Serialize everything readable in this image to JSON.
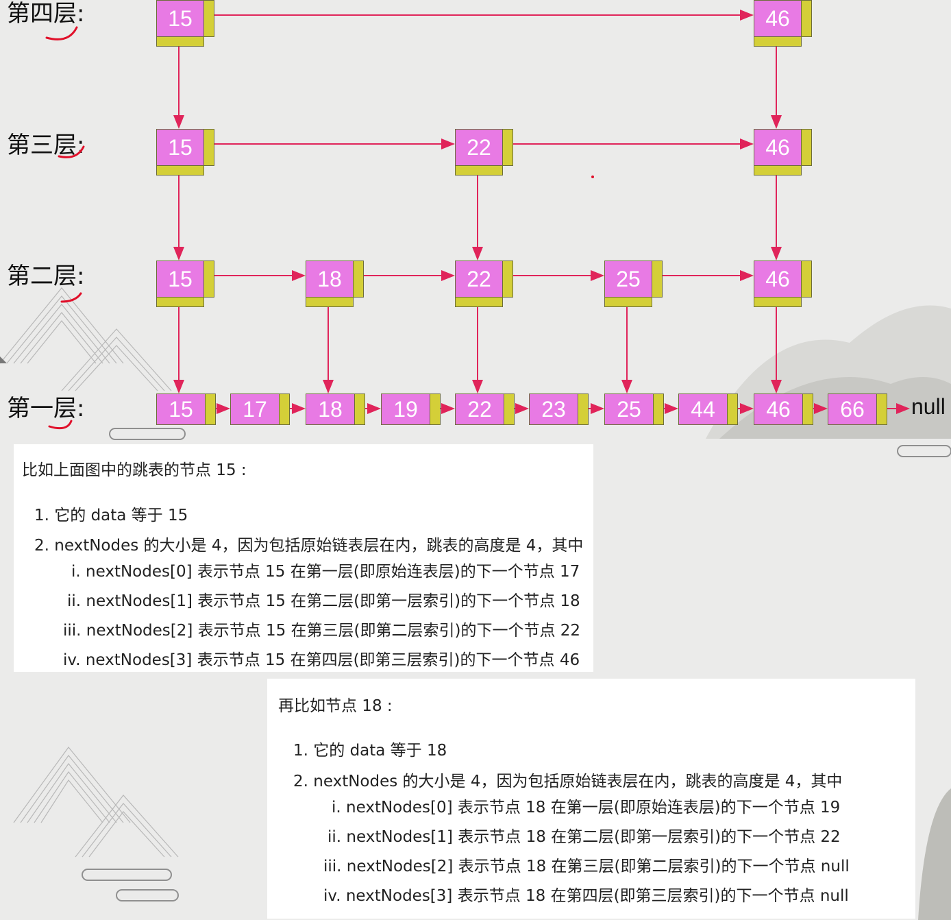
{
  "diagram": {
    "levels": [
      {
        "label": "第四层:",
        "nodes": [
          {
            "value": "15",
            "col": 0
          },
          {
            "value": "46",
            "col": 8
          }
        ]
      },
      {
        "label": "第三层:",
        "nodes": [
          {
            "value": "15",
            "col": 0
          },
          {
            "value": "22",
            "col": 4
          },
          {
            "value": "46",
            "col": 8
          }
        ]
      },
      {
        "label": "第二层:",
        "nodes": [
          {
            "value": "15",
            "col": 0
          },
          {
            "value": "18",
            "col": 2
          },
          {
            "value": "22",
            "col": 4
          },
          {
            "value": "25",
            "col": 6
          },
          {
            "value": "46",
            "col": 8
          }
        ]
      },
      {
        "label": "第一层:",
        "nodes": [
          {
            "value": "15",
            "col": 0
          },
          {
            "value": "17",
            "col": 1
          },
          {
            "value": "18",
            "col": 2
          },
          {
            "value": "19",
            "col": 3
          },
          {
            "value": "22",
            "col": 4
          },
          {
            "value": "23",
            "col": 5
          },
          {
            "value": "25",
            "col": 6
          },
          {
            "value": "44",
            "col": 7
          },
          {
            "value": "46",
            "col": 8
          },
          {
            "value": "66",
            "col": 9
          }
        ]
      }
    ],
    "terminal": "null"
  },
  "panel1": {
    "intro": "比如上面图中的跳表的节点 15 :",
    "items": [
      "1. 它的 data 等于 15",
      "2. nextNodes 的大小是 4，因为包括原始链表层在内，跳表的高度是 4，其中",
      "i. nextNodes[0] 表示节点 15 在第一层(即原始连表层)的下一个节点 17",
      "ii. nextNodes[1] 表示节点 15 在第二层(即第一层索引)的下一个节点 18",
      "iii. nextNodes[2] 表示节点 15 在第三层(即第二层索引)的下一个节点 22",
      "iv. nextNodes[3] 表示节点 15 在第四层(即第三层索引)的下一个节点 46"
    ]
  },
  "panel2": {
    "intro": "再比如节点 18 :",
    "items": [
      "1. 它的 data 等于 18",
      "2. nextNodes 的大小是 4，因为包括原始链表层在内，跳表的高度是 4，其中",
      "i. nextNodes[0] 表示节点 18 在第一层(即原始连表层)的下一个节点 19",
      "ii. nextNodes[1] 表示节点 18 在第二层(即第一层索引)的下一个节点 22",
      "iii. nextNodes[2] 表示节点 18 在第三层(即第二层索引)的下一个节点 null",
      "iv. nextNodes[3] 表示节点 18 在第四层(即第三层索引)的下一个节点 null"
    ]
  },
  "colors": {
    "node_fill": "#e87ae4",
    "pointer_fill": "#d4cf38",
    "arrow": "#e0245a",
    "annotation_red": "#e0102a"
  }
}
